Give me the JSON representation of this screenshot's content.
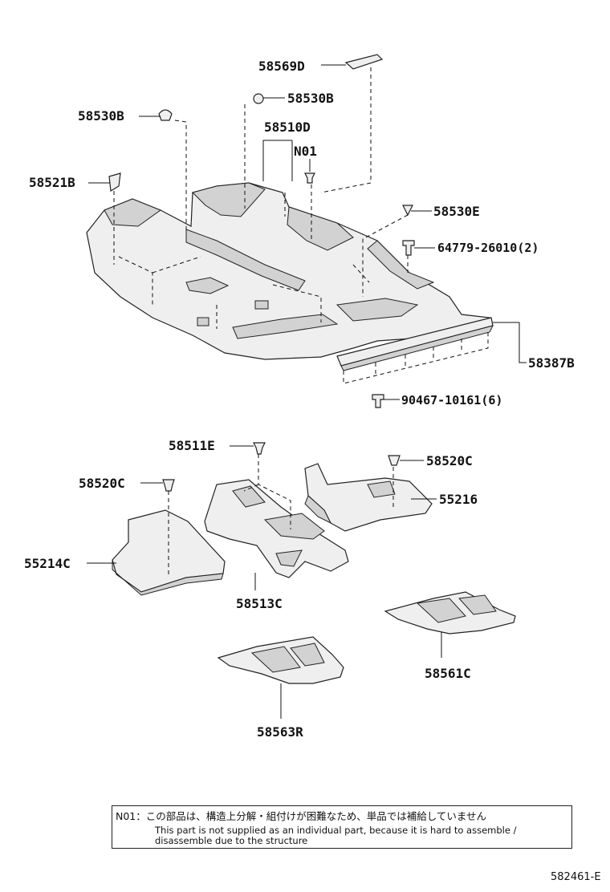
{
  "labels": {
    "l58569D": "58569D",
    "l58530B_top": "58530B",
    "l58530B_left": "58530B",
    "l58510D": "58510D",
    "lN01": "N01",
    "l58521B": "58521B",
    "l58530E": "58530E",
    "l64779": "64779-26010(2)",
    "l58387B": "58387B",
    "l90467": "90467-10161(6)",
    "l58511E": "58511E",
    "l58520C_right": "58520C",
    "l58520C_left": "58520C",
    "l55216": "55216",
    "l55214C": "55214C",
    "l58513C": "58513C",
    "l58561C": "58561C",
    "l58563R": "58563R"
  },
  "note": {
    "jp": "N01：この部品は、構造上分解・組付けが困難なため、単品では補給していません",
    "en_line1": "This part is not supplied as an individual part, because it is hard to assemble /",
    "en_line2": "disassemble due to the structure"
  },
  "figure_id": "582461-E"
}
